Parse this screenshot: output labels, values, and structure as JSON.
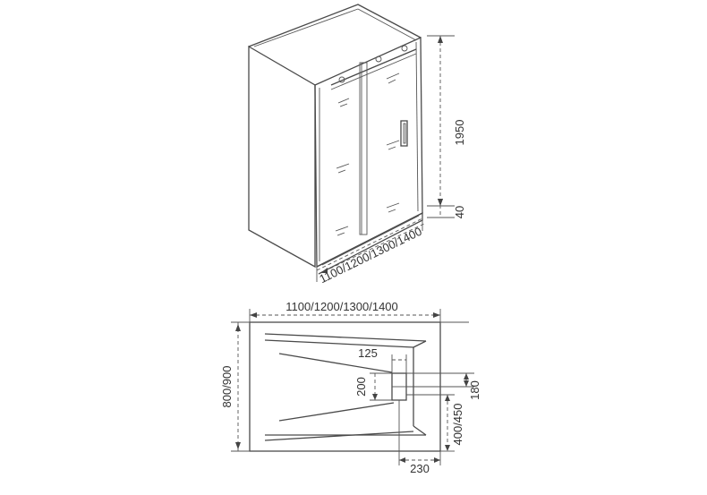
{
  "front_view": {
    "height_label": "1950",
    "base_label": "40",
    "width_label": "1100/1200/1300/1400"
  },
  "plan_view": {
    "width_label": "1100/1200/1300/1400",
    "depth_label": "800/900",
    "drain_offset_label": "125",
    "drain_size_label": "200",
    "drain_width_label": "230",
    "right_offset_label": "180",
    "right_depth_label": "400/450"
  },
  "colors": {
    "line": "#4a4a4a",
    "text": "#333333",
    "background": "#ffffff"
  }
}
